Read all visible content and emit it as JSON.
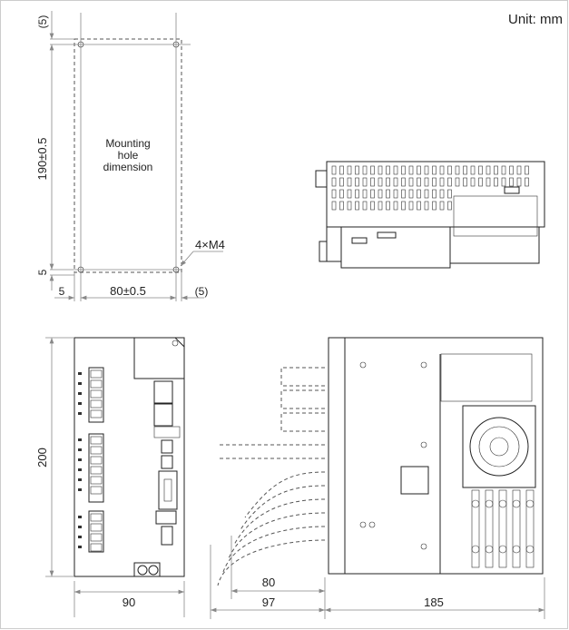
{
  "unit_label": "Unit: mm",
  "mounting": {
    "title_line1": "Mounting",
    "title_line2": "hole",
    "title_line3": "dimension",
    "dim_top_clearance": "(5)",
    "dim_height": "190±0.5",
    "dim_bottom": "5",
    "dim_left": "5",
    "dim_width": "80±0.5",
    "dim_right_clearance": "(5)",
    "hole_callout": "4×M4"
  },
  "front_view": {
    "dim_height": "200",
    "dim_width": "90"
  },
  "side_view": {
    "dim_cable_80": "80",
    "dim_cable_97": "97",
    "dim_depth": "185"
  },
  "colors": {
    "line": "#222222",
    "dimension": "#888888",
    "frame": "#cccccc"
  }
}
